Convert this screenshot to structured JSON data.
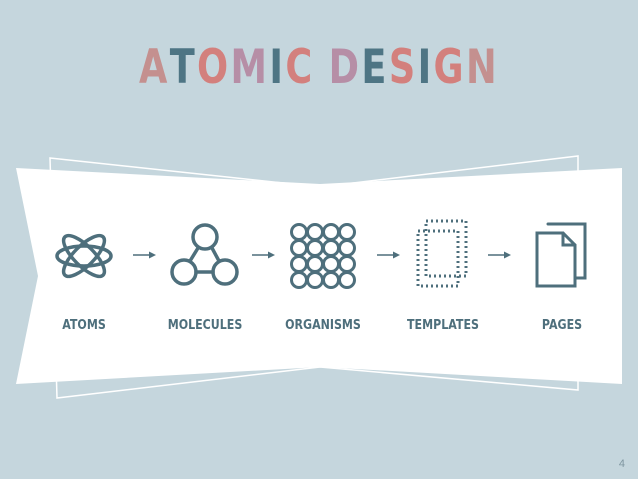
{
  "slide": {
    "title": "ATOMIC DESIGN",
    "title_letter_colors": [
      "#c4908f",
      "#4e7584",
      "#d3807d",
      "#b68ea6",
      "#4e7584",
      "#d3807d",
      "#b68ea6",
      "#4e7584",
      "#d3807d",
      "#4e7584",
      "#d3807d"
    ],
    "stages": [
      {
        "label": "ATOMS",
        "icon": "atom-icon"
      },
      {
        "label": "MOLECULES",
        "icon": "molecule-icon"
      },
      {
        "label": "ORGANISMS",
        "icon": "organism-grid-icon"
      },
      {
        "label": "TEMPLATES",
        "icon": "dotted-page-stack-icon"
      },
      {
        "label": "PAGES",
        "icon": "page-stack-icon"
      }
    ],
    "page_number": "4"
  },
  "colors": {
    "background": "#c5d6dd",
    "banner": "#ffffff",
    "icon_stroke": "#4e6f7c",
    "label": "#4e6f7c"
  }
}
